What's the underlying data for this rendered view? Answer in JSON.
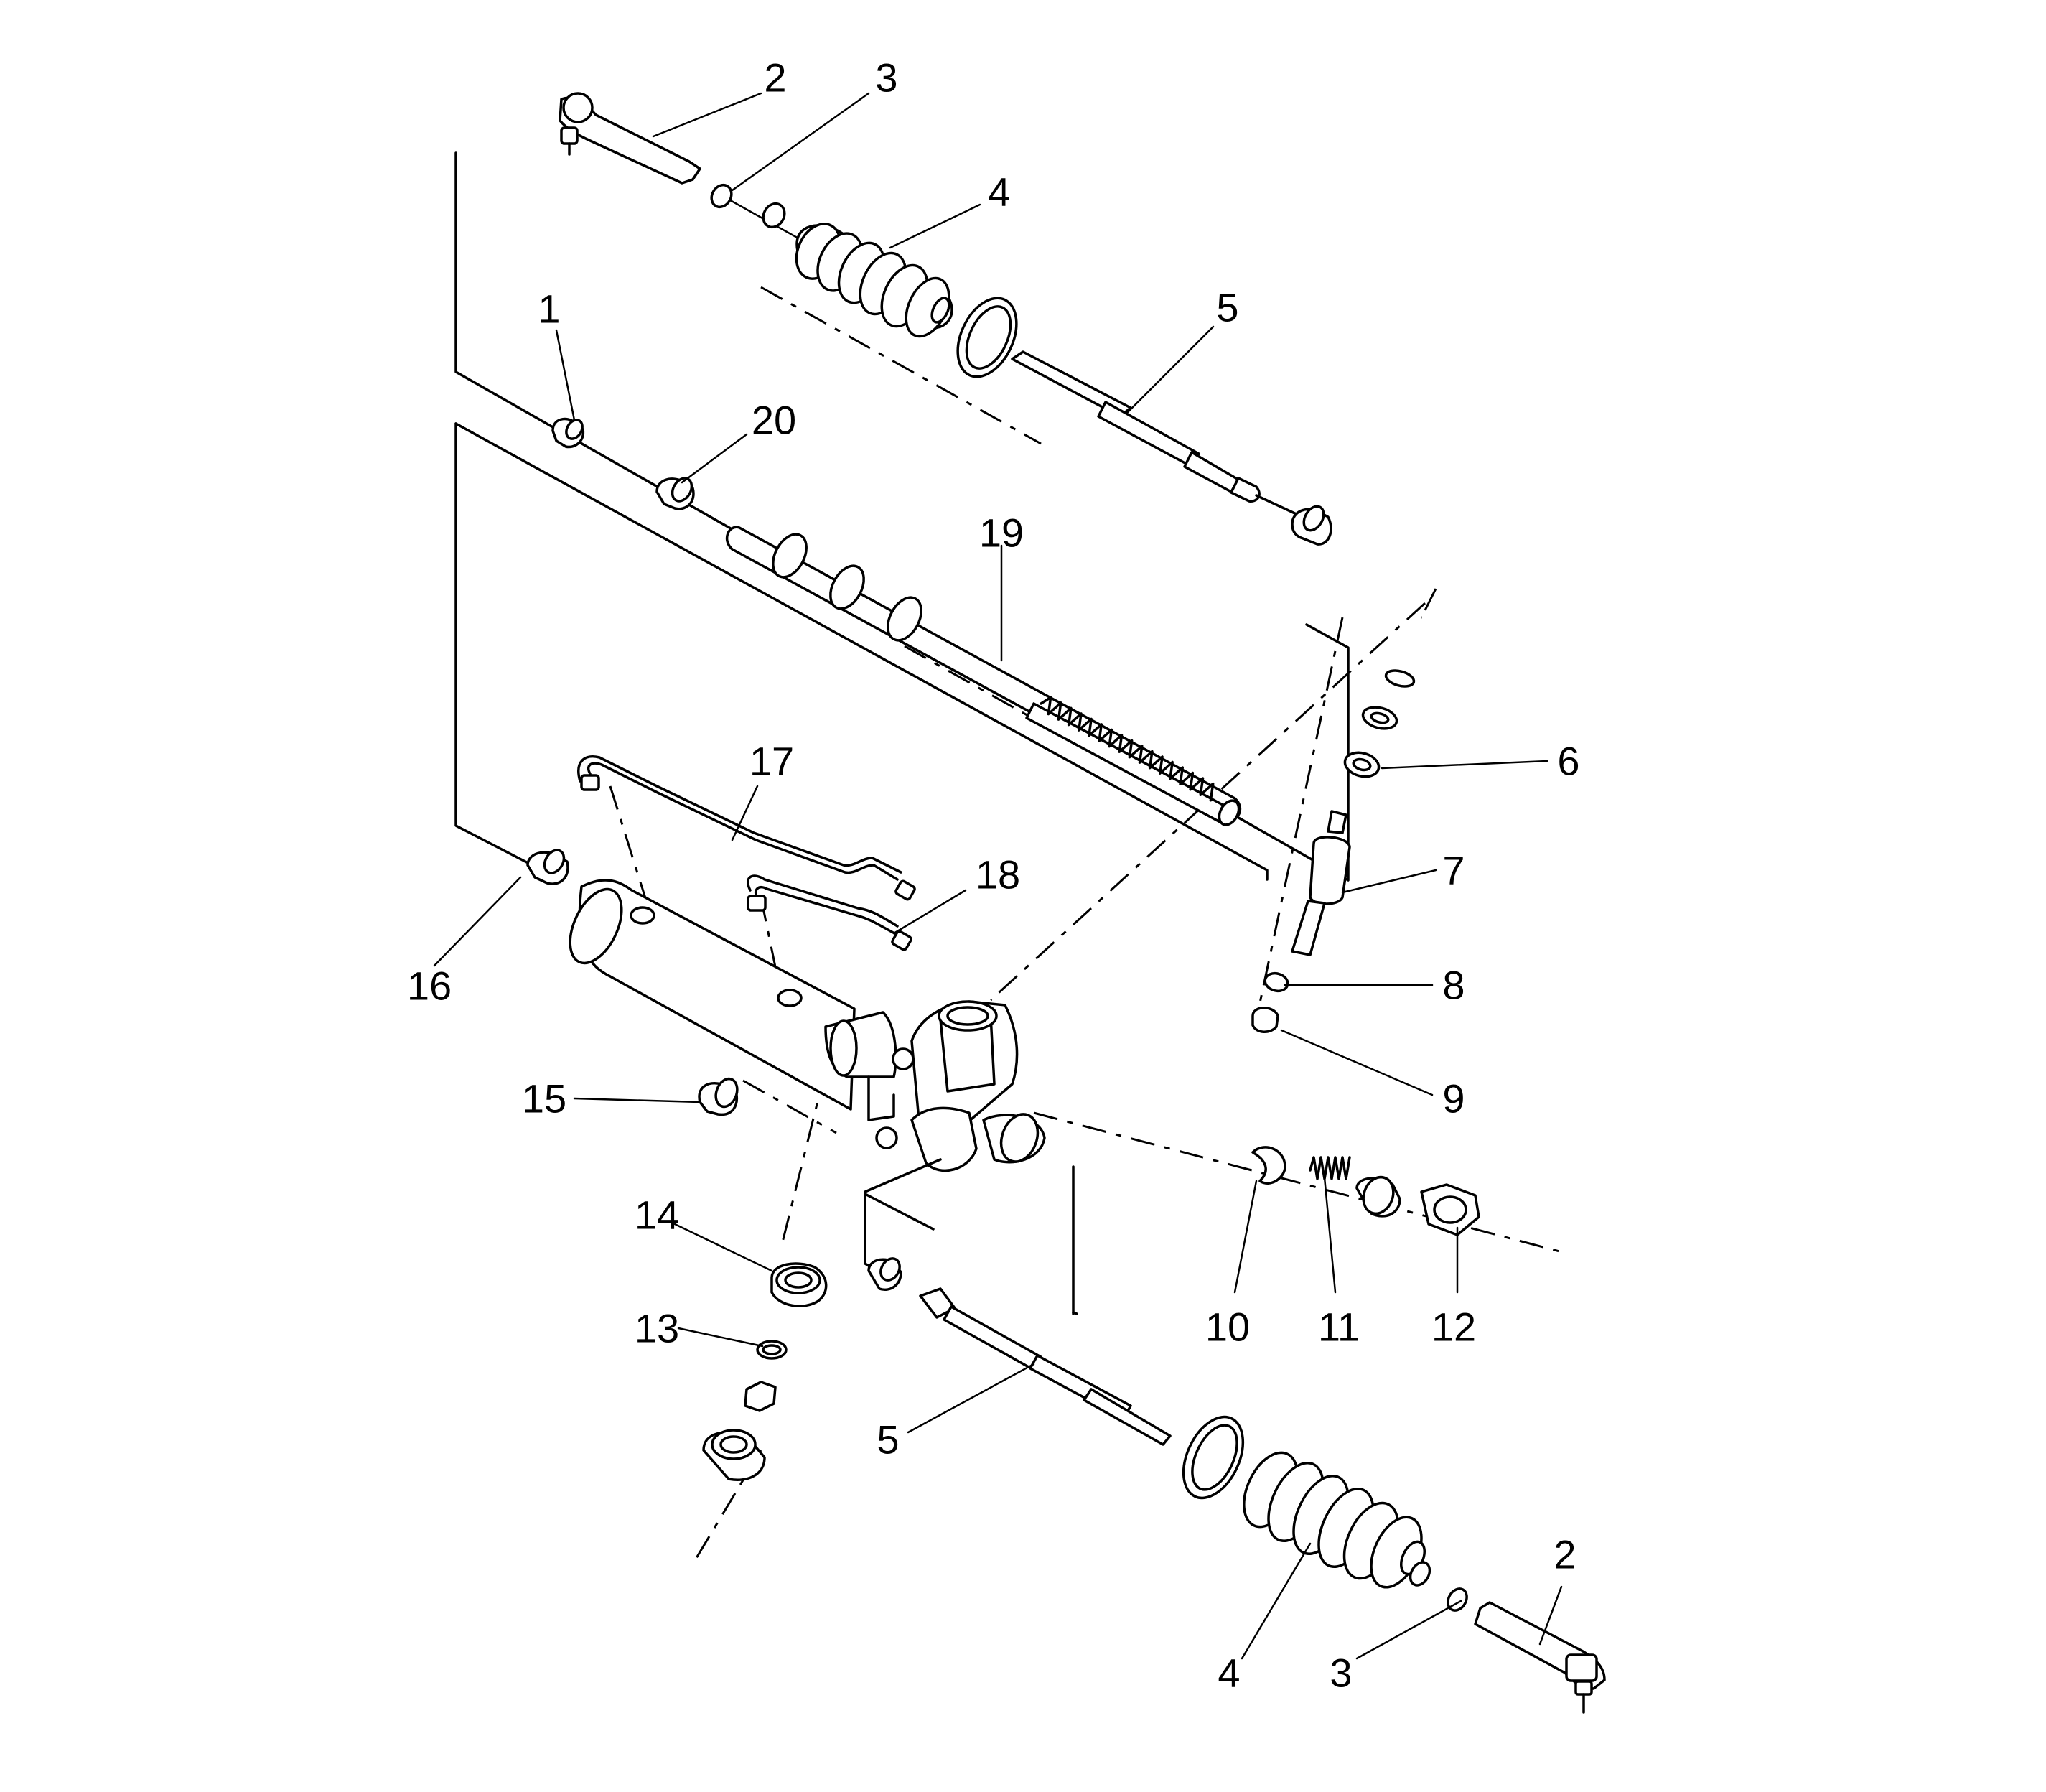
{
  "diagram": {
    "callouts": [
      {
        "id": "c2-top",
        "text": "2"
      },
      {
        "id": "c3-top",
        "text": "3"
      },
      {
        "id": "c4-top",
        "text": "4"
      },
      {
        "id": "c5-top",
        "text": "5"
      },
      {
        "id": "c1",
        "text": "1"
      },
      {
        "id": "c20",
        "text": "20"
      },
      {
        "id": "c19",
        "text": "19"
      },
      {
        "id": "c6",
        "text": "6"
      },
      {
        "id": "c17",
        "text": "17"
      },
      {
        "id": "c18",
        "text": "18"
      },
      {
        "id": "c7",
        "text": "7"
      },
      {
        "id": "c16",
        "text": "16"
      },
      {
        "id": "c8",
        "text": "8"
      },
      {
        "id": "c15",
        "text": "15"
      },
      {
        "id": "c9",
        "text": "9"
      },
      {
        "id": "c14",
        "text": "14"
      },
      {
        "id": "c13",
        "text": "13"
      },
      {
        "id": "c10",
        "text": "10"
      },
      {
        "id": "c11",
        "text": "11"
      },
      {
        "id": "c12",
        "text": "12"
      },
      {
        "id": "c5-bottom",
        "text": "5"
      },
      {
        "id": "c2-bottom",
        "text": "2"
      },
      {
        "id": "c4-bottom",
        "text": "4"
      },
      {
        "id": "c3-bottom",
        "text": "3"
      }
    ]
  }
}
